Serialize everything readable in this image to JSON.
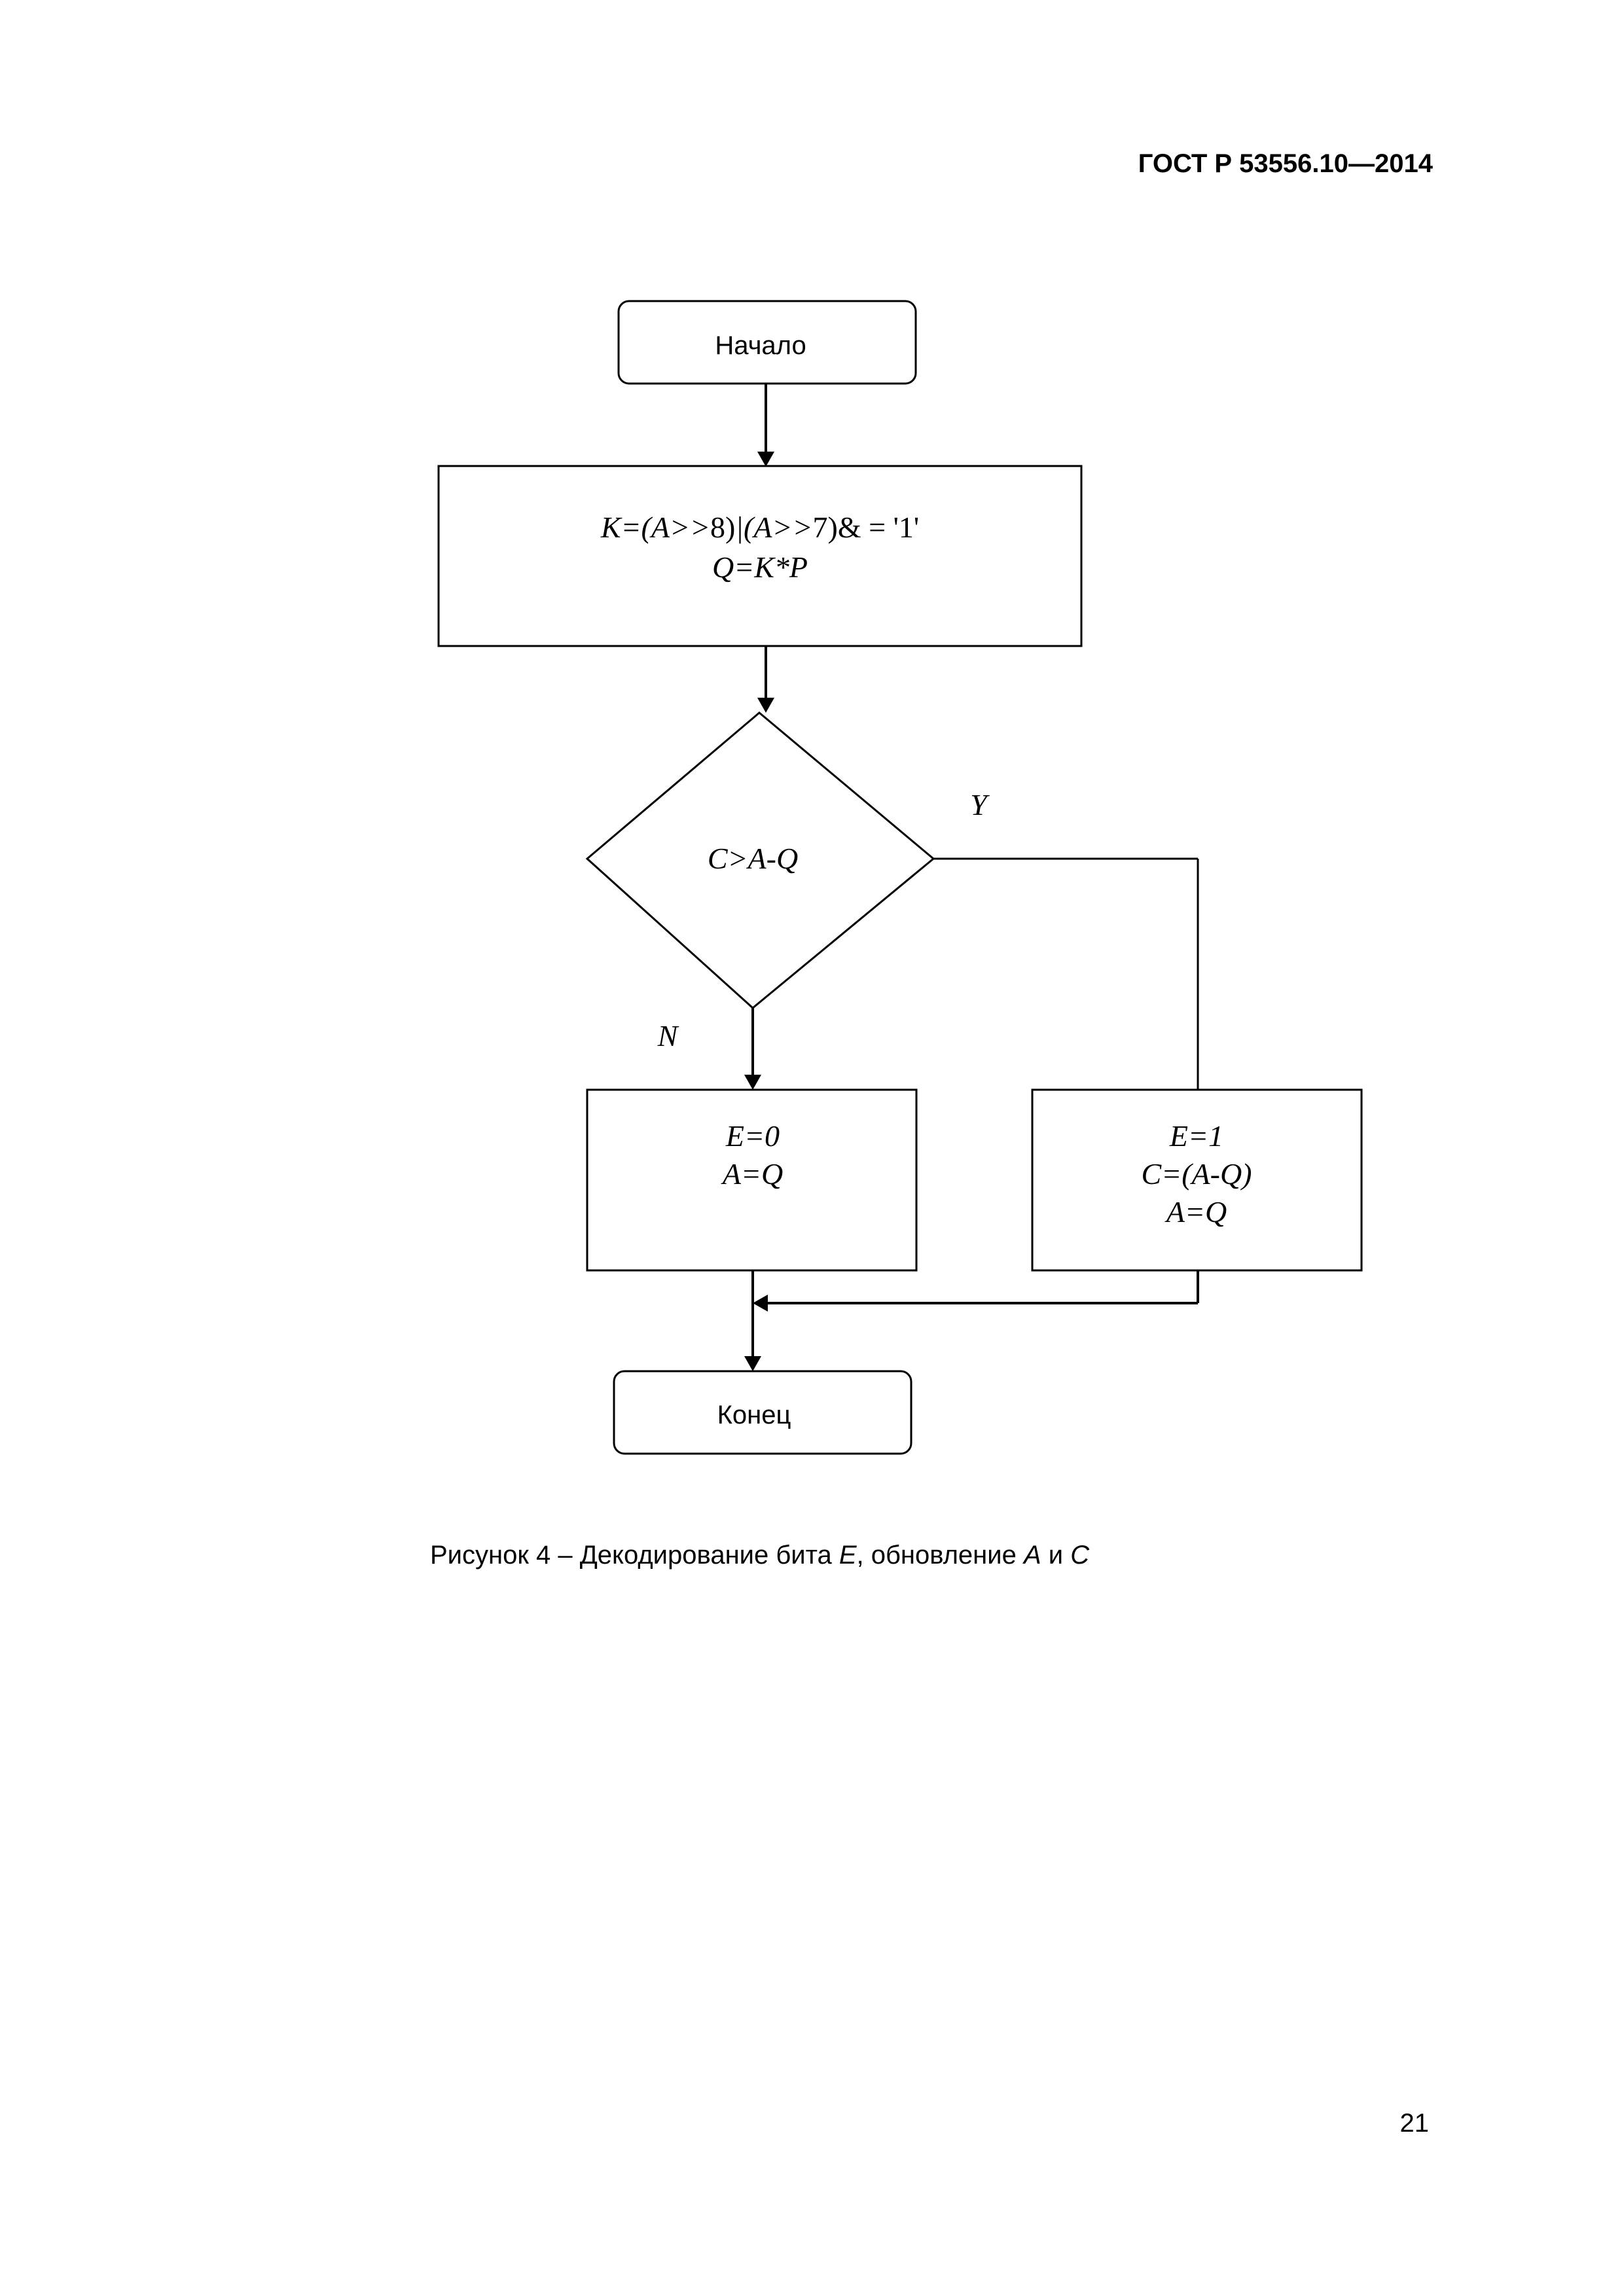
{
  "header": {
    "doc_id": "ГОСТ Р 53556.10—2014"
  },
  "flowchart": {
    "start_label": "Начало",
    "process_line1_parts": [
      "K=(A>>",
      "8)",
      "|(A>>",
      "7)",
      "& = '1'"
    ],
    "process_line2": "Q=K*P",
    "decision_label": "C>A-Q",
    "yes_label": "Y",
    "no_label": "N",
    "left_box_line1": "E=0",
    "left_box_line2": "A=Q",
    "right_box_line1": "E=1",
    "right_box_line2": "C=(A-Q)",
    "right_box_line3": "A=Q",
    "end_label": "Конец"
  },
  "caption": {
    "prefix": "Рисунок 4 – Декодирование бита ",
    "var_e": "E",
    "middle": ", обновление ",
    "var_a": "A",
    "and": " и ",
    "var_c": "C"
  },
  "page_number": "21"
}
